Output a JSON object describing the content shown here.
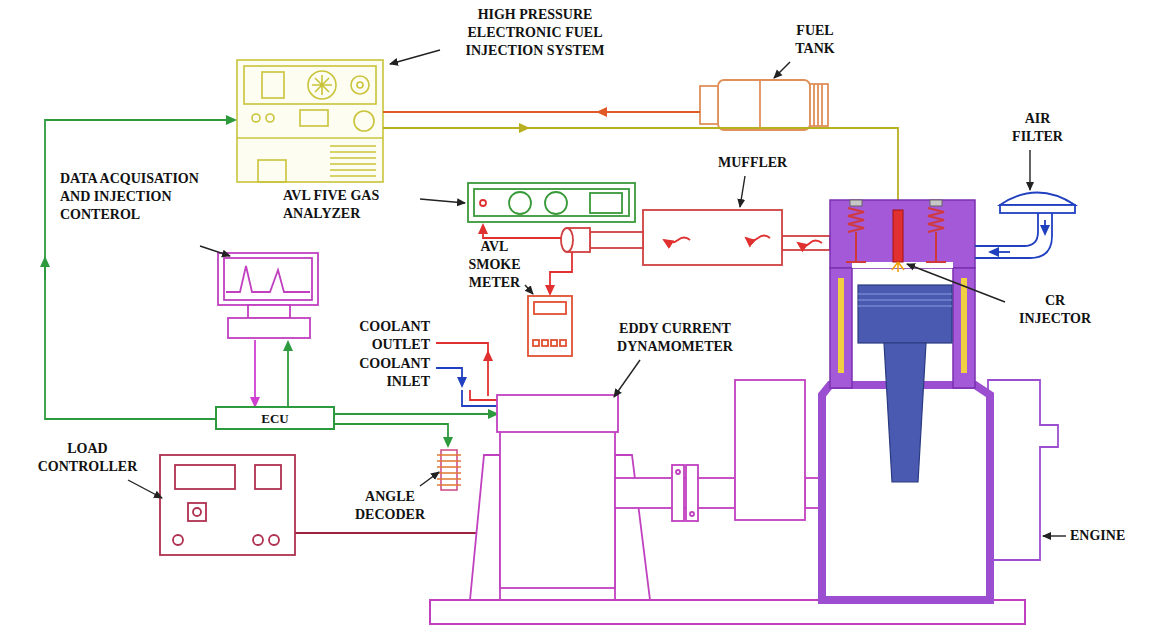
{
  "diagram": {
    "nodes": [
      {
        "text": [
          "ECU"
        ]
      }
    ],
    "labels": [
      "HIGH PRESSURE ELECTRONIC FUEL INJECTION SYSTEM",
      "FUEL TANK",
      "AIR FILTER",
      "DATA ACQUISATION AND INJECTION CONTEROL",
      "AVL FIVE GAS ANALYZER",
      "MUFFLER",
      "AVL SMOKE METER",
      "CR INJECTOR",
      "COOLANT OUTLET",
      "COOLANT INLET",
      "EDDY CURRENT DYNAMOMETER",
      "LOAD CONTROLLER",
      "ANGLE DECODER",
      "ENGINE"
    ]
  }
}
